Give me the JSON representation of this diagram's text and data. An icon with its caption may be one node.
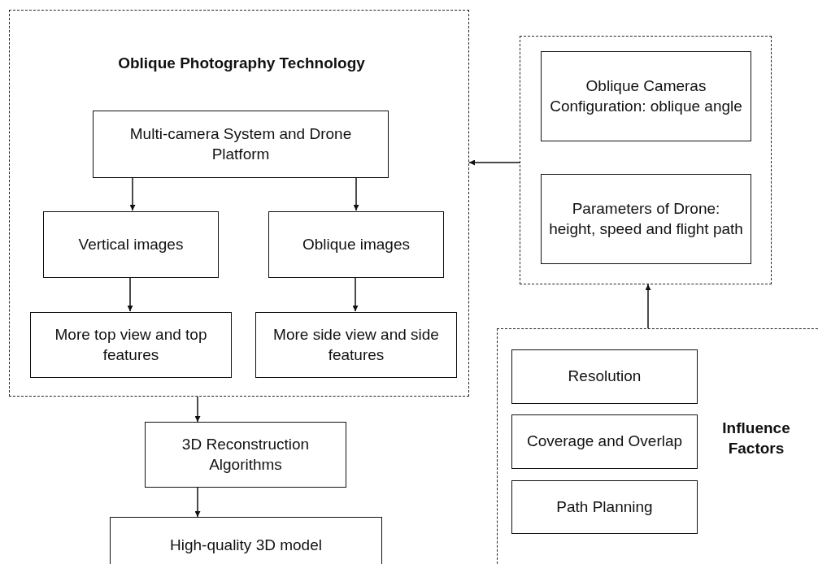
{
  "diagram": {
    "nodes": [
      {
        "text": [
          "Oblique Photography Technology"
        ]
      },
      {
        "text": [
          "Multi-camera System and Drone Platform"
        ],
        "in": 0
      },
      {
        "text": [
          "Vertical images"
        ],
        "in": 0
      },
      {
        "text": [
          "Oblique images"
        ],
        "in": 0
      },
      {
        "text": [
          "More top view and top features"
        ],
        "in": 0
      },
      {
        "text": [
          "More side view and side features"
        ],
        "in": 0
      },
      {
        "text": [],
        "shape": "box"
      },
      {
        "text": [
          "Oblique Cameras Configuration: oblique angle"
        ],
        "in": 6
      },
      {
        "text": [
          "Parameters of Drone: height, speed and flight path"
        ],
        "in": 6
      },
      {
        "text": [
          "Influence Factors"
        ]
      },
      {
        "text": [
          "Resolution"
        ],
        "in": 9
      },
      {
        "text": [
          "Coverage and Overlap"
        ],
        "in": 9
      },
      {
        "text": [
          "Path Planning"
        ],
        "in": 9
      },
      {
        "text": [
          "3D Reconstruction Algorithms"
        ]
      },
      {
        "text": [
          "High-quality 3D model"
        ]
      }
    ],
    "edges": [
      {
        "from": 1,
        "to": 2,
        "arrow": "to"
      },
      {
        "from": 1,
        "to": 3,
        "arrow": "to"
      },
      {
        "from": 2,
        "to": 4,
        "arrow": "to"
      },
      {
        "from": 3,
        "to": 5,
        "arrow": "to"
      },
      {
        "from": 6,
        "to": 0,
        "arrow": "to"
      },
      {
        "from": 9,
        "to": 6,
        "arrow": "to"
      },
      {
        "from": 0,
        "to": 13,
        "arrow": "to"
      },
      {
        "from": 13,
        "to": 14,
        "arrow": "to"
      }
    ]
  }
}
